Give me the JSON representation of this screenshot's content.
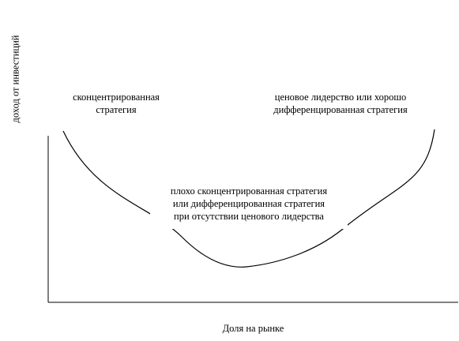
{
  "diagram": {
    "x_axis_label": "Доля на рынке",
    "y_axis_label": "доход от инвестиций",
    "annotations": {
      "left": [
        "сконцентрированная",
        "стратегия"
      ],
      "right": [
        "ценовое лидерство или хорошо",
        "дифференцированная стратегия"
      ],
      "center": [
        "плохо сконцентрированная стратегия",
        "или дифференцированная стратегия",
        "при отсутствии ценового лидерства"
      ]
    },
    "curve_color": "#000000",
    "axis_color": "#000000"
  }
}
